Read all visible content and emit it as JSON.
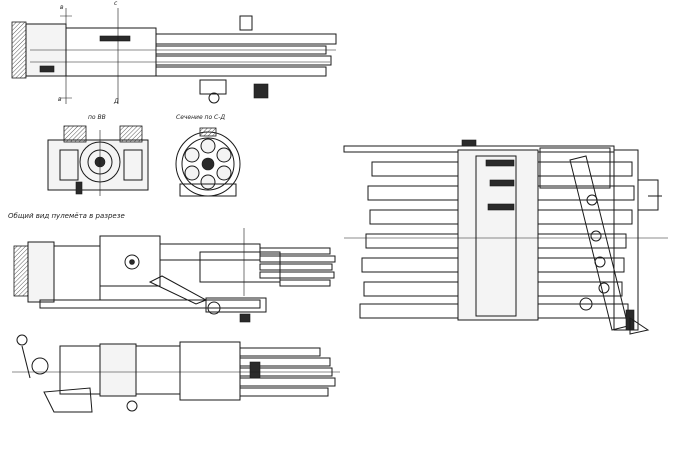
{
  "labels": {
    "section_bb": "по ВВ",
    "section_cd": "Сечение по С-Д",
    "cutaway_caption": "Общий вид пулемёта в разрезе",
    "mark_c": "с",
    "mark_b_top": "в",
    "mark_b_bottom": "в",
    "mark_d": "Д"
  }
}
